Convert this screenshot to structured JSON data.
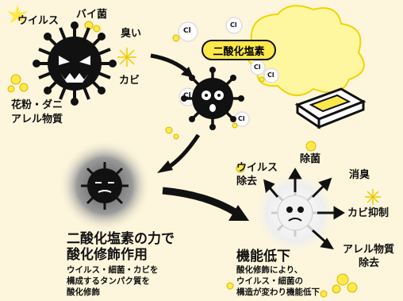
{
  "labels": {
    "virus": "ウイルス",
    "bacteria": "バイ菌",
    "odor": "臭い",
    "mold": "カビ",
    "pollen_line1": "花粉・ダニ",
    "pollen_line2": "アレル物質",
    "chlorine_dioxide": "二酸化塩素",
    "cl_symbol": "Cl",
    "oxidation_title_line1": "二酸化塩素の力で",
    "oxidation_title_line2": "酸化修飾作用",
    "oxidation_desc_line1": "ウイルス・細菌・カビを",
    "oxidation_desc_line2": "構成するタンパク質を",
    "oxidation_desc_line3": "酸化修飾",
    "removal_virus_line1": "ウイルス",
    "removal_virus_line2": "除去",
    "disinfection": "除菌",
    "deodorize": "消臭",
    "mold_control": "カビ抑制",
    "allergen_line1": "アレル物質",
    "allergen_line2": "除去",
    "function_title": "機能低下",
    "function_desc_line1": "酸化修飾により、",
    "function_desc_line2": "ウイルス・細菌の",
    "function_desc_line3": "構造が変わり機能低下"
  },
  "colors": {
    "background": "#fdf6dd",
    "accent_yellow": "#ffe84a",
    "cloud_yellow": "#fff6a0",
    "ink": "#111111"
  }
}
